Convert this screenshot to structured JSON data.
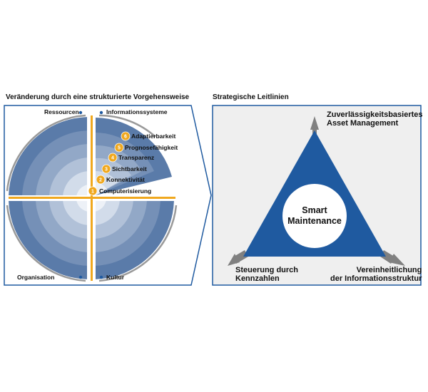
{
  "left_panel": {
    "title": "Veränderung durch eine strukturierte Vorgehensweise",
    "quadrants": {
      "top_left": "Ressourcen",
      "top_right": "Informationssysteme",
      "bottom_left": "Organisation",
      "bottom_right": "Kultur"
    },
    "stages": [
      {
        "number": "1",
        "label": "Computerisierung"
      },
      {
        "number": "2",
        "label": "Konnektivität"
      },
      {
        "number": "3",
        "label": "Sichtbarkeit"
      },
      {
        "number": "4",
        "label": "Transparenz"
      },
      {
        "number": "5",
        "label": "Prognosefähigkeit"
      },
      {
        "number": "6",
        "label": "Adaptierbarkeit"
      }
    ]
  },
  "right_panel": {
    "title": "Strategische Leitlinien",
    "center": {
      "line1": "Smart",
      "line2": "Maintenance"
    },
    "top": {
      "line1": "Zuverlässigkeitsbasiertes",
      "line2": "Asset Management"
    },
    "bottom_left": {
      "line1": "Steuerung durch",
      "line2": "Kennzahlen"
    },
    "bottom_right": {
      "line1": "Vereinheitlichung",
      "line2": "der Informationsstruktur"
    }
  },
  "colors": {
    "accent_blue": "#1f5aa0",
    "ring_outer": "#5a7ba9",
    "stage_orange": "#f0a81e",
    "panel_bg": "#efefef",
    "arrow_gray": "#808080"
  }
}
